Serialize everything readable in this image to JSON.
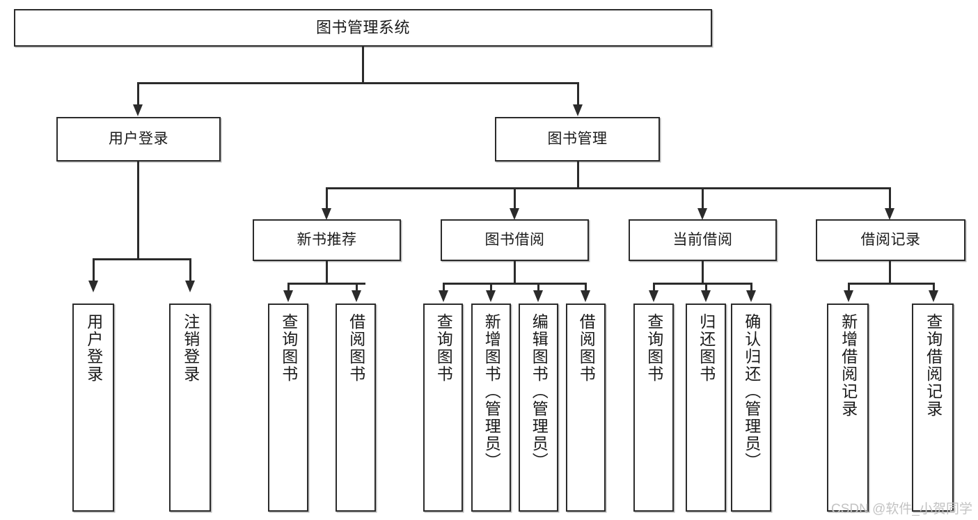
{
  "diagram": {
    "type": "tree",
    "title": "图书管理系统",
    "watermark": "CSDN @软件_小贺同学",
    "colors": {
      "box_border": "#2b2b2b",
      "box_fill": "#ffffff",
      "connector": "#2b2b2b",
      "shadow": "#b9b9b9",
      "text": "#1a1a1a",
      "watermark": "#c3c3c3"
    },
    "root": {
      "label": "图书管理系统"
    },
    "level2": [
      {
        "label": "用户登录"
      },
      {
        "label": "图书管理"
      }
    ],
    "level3": [
      {
        "label": "新书推荐"
      },
      {
        "label": "图书借阅"
      },
      {
        "label": "当前借阅"
      },
      {
        "label": "借阅记录"
      }
    ],
    "leaves": [
      {
        "label": "用户登录",
        "parent": "用户登录"
      },
      {
        "label": "注销登录",
        "parent": "用户登录"
      },
      {
        "label": "查询图书",
        "parent": "新书推荐"
      },
      {
        "label": "借阅图书",
        "parent": "新书推荐"
      },
      {
        "label": "查询图书",
        "parent": "图书借阅"
      },
      {
        "label": "新增图书（管理员）",
        "parent": "图书借阅"
      },
      {
        "label": "编辑图书（管理员）",
        "parent": "图书借阅"
      },
      {
        "label": "借阅图书",
        "parent": "图书借阅"
      },
      {
        "label": "查询图书",
        "parent": "当前借阅"
      },
      {
        "label": "归还图书",
        "parent": "当前借阅"
      },
      {
        "label": "确认归还（管理员）",
        "parent": "当前借阅"
      },
      {
        "label": "新增借阅记录",
        "parent": "借阅记录"
      },
      {
        "label": "查询借阅记录",
        "parent": "借阅记录"
      }
    ]
  }
}
